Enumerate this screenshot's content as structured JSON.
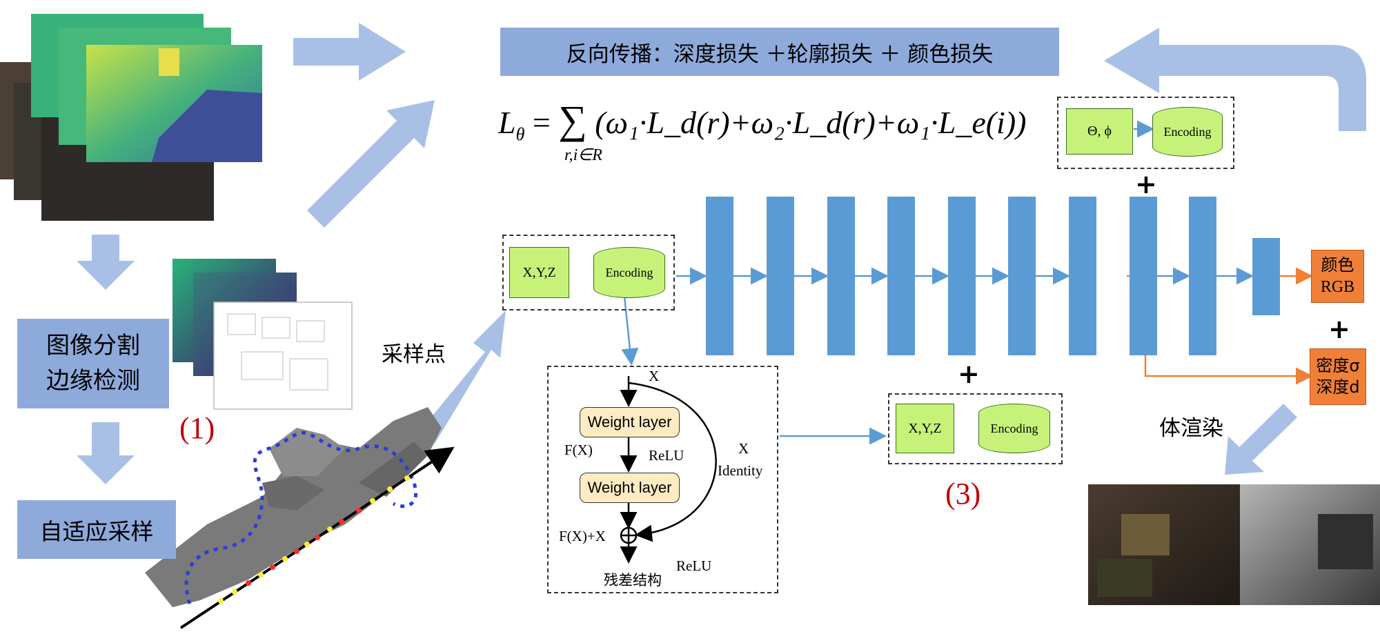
{
  "header": {
    "backprop_text": "反向传播：深度损失 ＋轮廓损失 ＋ 颜色损失"
  },
  "formula": {
    "lhs": "L",
    "lhs_sub": "θ",
    "eq": "=",
    "sum_sub": "r,i∈R",
    "body": "(ω₁·L_d(r)+ω₂·L_d(r)+ω₁·L_e(i))"
  },
  "steps": {
    "segment_line1": "图像分割",
    "segment_line2": "边缘检测",
    "adaptive_sampling": "自适应采样",
    "label_1": "(1)",
    "sample_points": "采样点",
    "volume_render": "体渲染",
    "label_3": "(3)"
  },
  "encoders": {
    "theta_phi": "Θ, ϕ",
    "encoding": "Encoding",
    "xyz": "X,Y,Z"
  },
  "outputs": {
    "color_line1": "颜色",
    "color_line2": "RGB",
    "density_line1": "密度σ",
    "density_line2": "深度d",
    "plus": "+"
  },
  "residual": {
    "x_top": "X",
    "weight_layer": "Weight layer",
    "fx": "F(X)",
    "relu_mid": "ReLU",
    "x_identity_1": "X",
    "x_identity_2": "Identity",
    "fx_plus_x": "F(X)+X",
    "relu_bottom": "ReLU",
    "caption": "残差结构"
  },
  "colors": {
    "light_blue": "#8eaadb",
    "layer_blue": "#5b9bd5",
    "green": "#c6f27a",
    "orange": "#f07f38",
    "red": "#c00000"
  }
}
